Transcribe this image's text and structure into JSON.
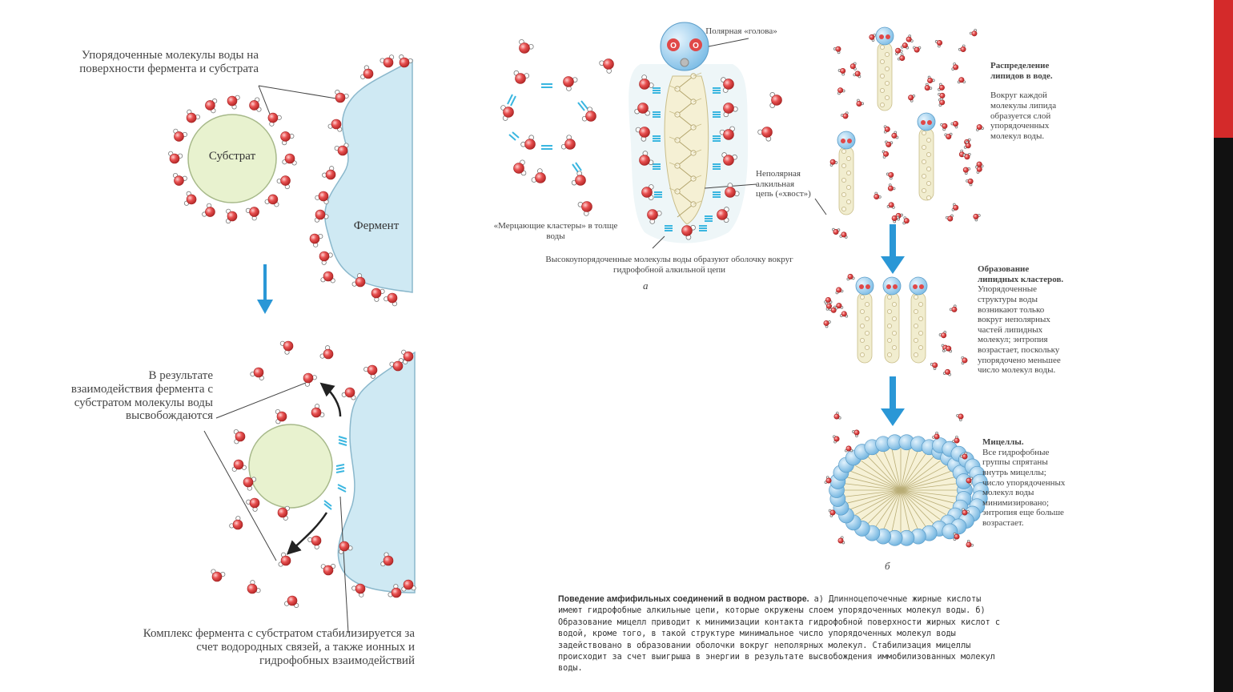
{
  "left_top": {
    "ordered_water_label": "Упорядоченные молекулы воды на поверхности фермента и субстрата",
    "substrate_label": "Субстрат",
    "enzyme_label": "Фермент"
  },
  "left_bottom": {
    "released_water_label": "В результате взаимодействия фермента с субстратом молекулы воды высвобождаются",
    "complex_label": "Комплекс фермента с субстратом стабилизируется за счет водородных связей, а также ионных и гидрофобных взаимодействий"
  },
  "panel_a": {
    "polar_head_label": "Полярная «голова»",
    "nonpolar_tail_label": "Неполярная алкильная цепь («хвост»)",
    "clusters_label": "«Мерцающие кластеры» в толще воды",
    "shell_label": "Высокоупорядоченные молекулы воды образуют оболочку вокруг гидрофобной алкильной цепи",
    "letter": "а"
  },
  "panel_b": {
    "step1_title": "Распределение липидов в воде.",
    "step1_text": "Вокруг каждой молекулы липида образуется слой упорядоченных молекул воды.",
    "step2_title": "Образование липидных кластеров.",
    "step2_text": "Упорядоченные структуры воды возникают только вокруг неполярных частей липидных молекул; энтропия возрастает, поскольку упорядочено меньшее число молекул воды.",
    "step3_title": "Мицеллы.",
    "step3_text": "Все гидрофобные группы спрятаны внутрь мицеллы; число упорядоченных молекул воды минимизировано; энтропия еще больше возрастает.",
    "letter": "б"
  },
  "caption": {
    "title": "Поведение амфифильных соединений в водном растворе.",
    "text": "а) Длинноцепочечные жирные кислоты имеют гидрофобные алкильные цепи, которые окружены слоем упорядоченных молекул воды. б) Образование мицелл приводит к минимизации контакта гидрофобной поверхности жирных кислот с водой, кроме того, в такой структуре минимальное число упорядоченных молекул воды задействовано в образовании оболочки вокруг неполярных молекул. Стабилизация мицеллы происходит за счет выигрыша в энергии в результате высвобождения иммобилизованных молекул воды."
  },
  "colors": {
    "water_oxygen": "#e04848",
    "substrate_fill": "#e8f2cf",
    "enzyme_fill": "#cfe9f3",
    "arrow_blue": "#2a97d6",
    "lipid_head": "#8fc8ea",
    "lipid_tail": "#f1edcf",
    "slide_bar_red": "#d42a2a",
    "slide_bar_black": "#111111"
  }
}
